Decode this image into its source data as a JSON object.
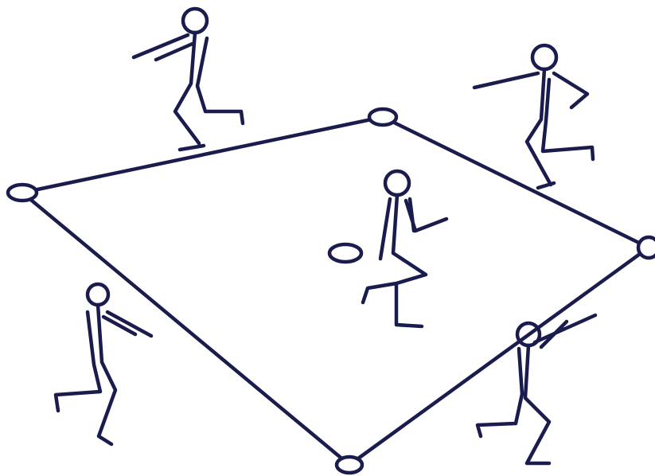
{
  "scene": {
    "ink_color": "#1a1c4e",
    "background_color": "#ffffff",
    "field_shape": "quadrilateral",
    "cone_count": 4,
    "player_count": 5,
    "ball_count": 1
  }
}
